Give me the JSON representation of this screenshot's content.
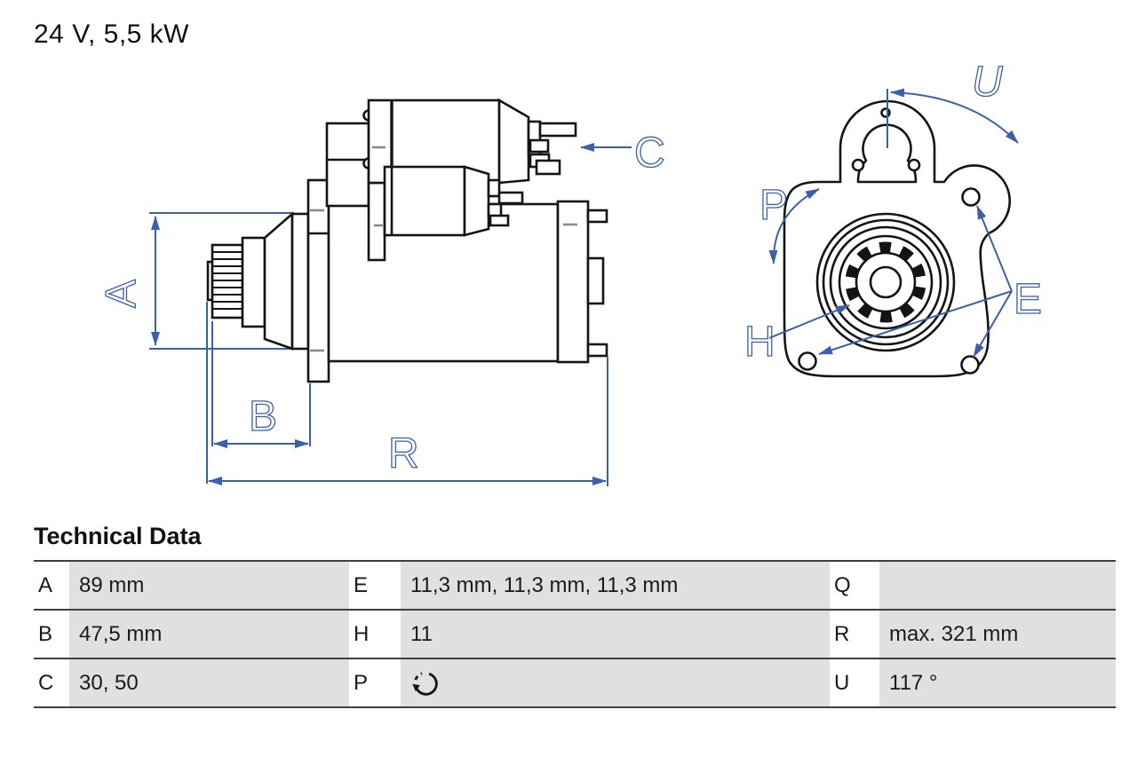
{
  "title": "24 V, 5,5 kW",
  "colors": {
    "accent_blue": "#3a60ac",
    "drawing_line": "#141414",
    "tick_gray": "#8a8a8a",
    "table_line": "#3f3f3f",
    "value_cell_bg": "#e0e0e0"
  },
  "side_view": {
    "labels": {
      "a": "A",
      "b": "B",
      "c": "C",
      "r": "R"
    }
  },
  "front_view": {
    "labels": {
      "p": "P",
      "u": "U",
      "h": "H",
      "e": "E"
    }
  },
  "table": {
    "heading": "Technical Data",
    "rows": [
      {
        "cells": [
          {
            "key": "A",
            "value": "89 mm"
          },
          {
            "key": "E",
            "value": "11,3 mm, 11,3 mm, 11,3 mm"
          },
          {
            "key": "Q",
            "value": ""
          }
        ]
      },
      {
        "cells": [
          {
            "key": "B",
            "value": "47,5 mm"
          },
          {
            "key": "H",
            "value": "11"
          },
          {
            "key": "R",
            "value": "max. 321 mm"
          }
        ]
      },
      {
        "cells": [
          {
            "key": "C",
            "value": "30, 50"
          },
          {
            "key": "P",
            "value": "",
            "icon": "rotation-ccw"
          },
          {
            "key": "U",
            "value": "117 °"
          }
        ]
      }
    ]
  }
}
